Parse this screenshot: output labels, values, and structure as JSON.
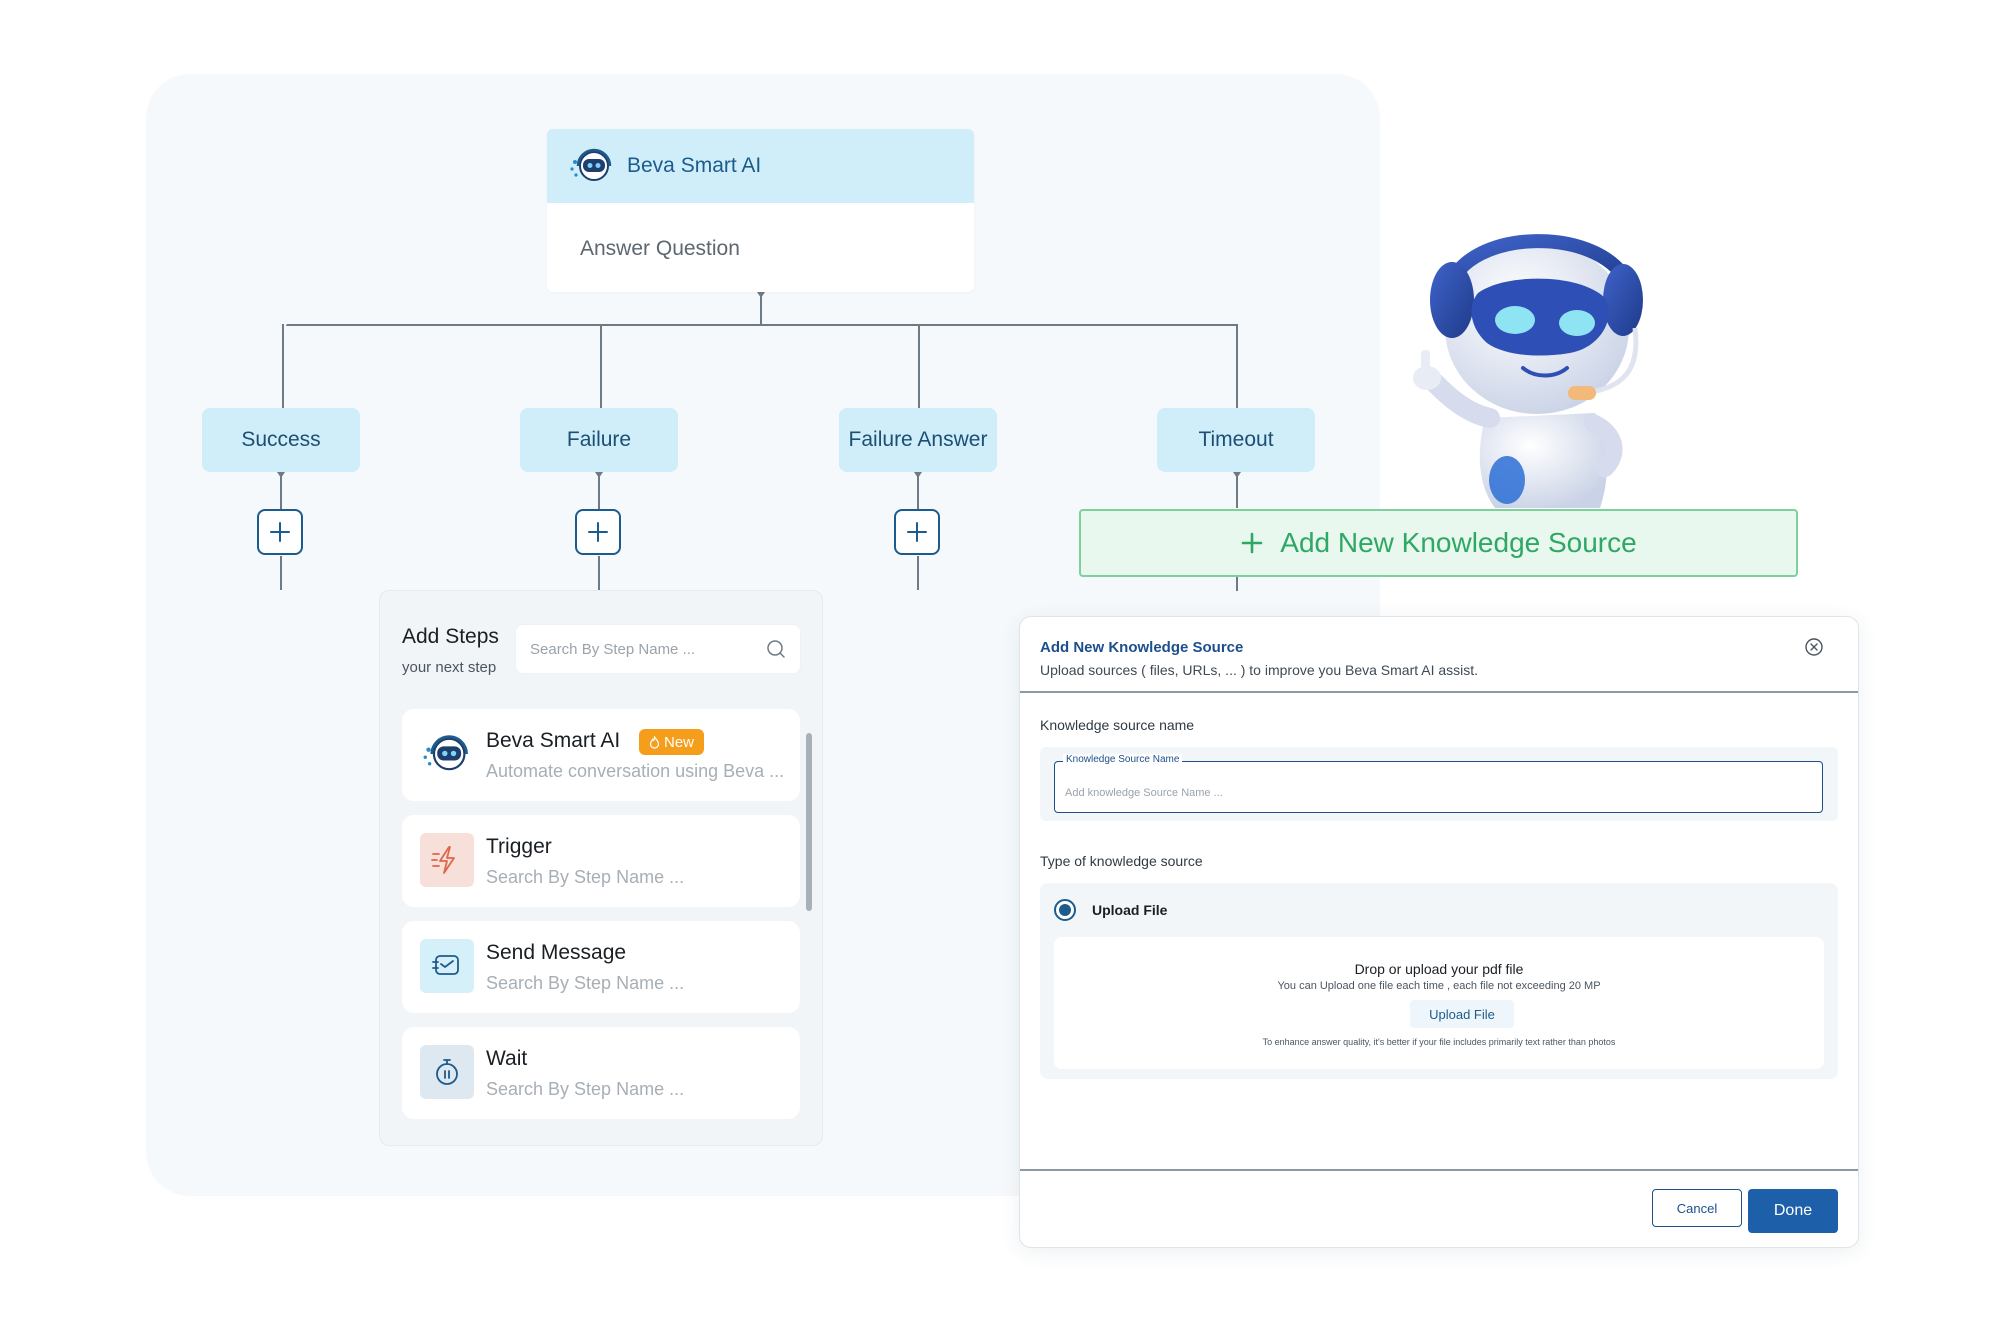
{
  "flow": {
    "top_node": {
      "title": "Beva Smart AI",
      "subtitle": "Answer Question",
      "icon": "robot-icon"
    },
    "branches": [
      {
        "label": "Success"
      },
      {
        "label": "Failure"
      },
      {
        "label": "Failure Answer"
      },
      {
        "label": "Timeout"
      }
    ]
  },
  "add_steps": {
    "title": "Add Steps",
    "subtitle": "your next step",
    "search_placeholder": "Search By Step Name ...",
    "items": [
      {
        "name": "Beva Smart AI",
        "badge": "New",
        "desc": "Automate conversation using Beva ...",
        "icon": "robot-icon"
      },
      {
        "name": "Trigger",
        "desc": "Search By Step Name ...",
        "icon": "lightning-icon",
        "color": "#f7e0da"
      },
      {
        "name": "Send Message",
        "desc": "Search By Step Name ...",
        "icon": "message-icon",
        "color": "#d6f0fa"
      },
      {
        "name": "Wait",
        "desc": "Search By Step Name ...",
        "icon": "timer-icon",
        "color": "#dde8f1"
      }
    ]
  },
  "banner": {
    "label": "Add New Knowledge Source"
  },
  "modal": {
    "title": "Add New Knowledge Source",
    "subtitle": "Upload sources ( files, URLs, ... ) to improve you Beva Smart AI assist.",
    "name_section_label": "Knowledge source name",
    "name_field_label": "Knowledge Source Name",
    "name_field_placeholder": "Add knowledge Source Name ...",
    "type_section_label": "Type of knowledge source",
    "upload_option": "Upload File",
    "drop_title": "Drop or upload your pdf file",
    "drop_hint": "You can Upload one file each time ,  each file not exceeding 20 MP",
    "upload_button": "Upload File",
    "drop_note": "To enhance answer quality, it's better if your file includes primarily text rather than photos",
    "cancel_label": "Cancel",
    "done_label": "Done"
  },
  "colors": {
    "accent": "#1d5fa8",
    "node_fill": "#cfeefa",
    "success_green": "#2fa765",
    "badge_orange": "#f59e1c"
  }
}
